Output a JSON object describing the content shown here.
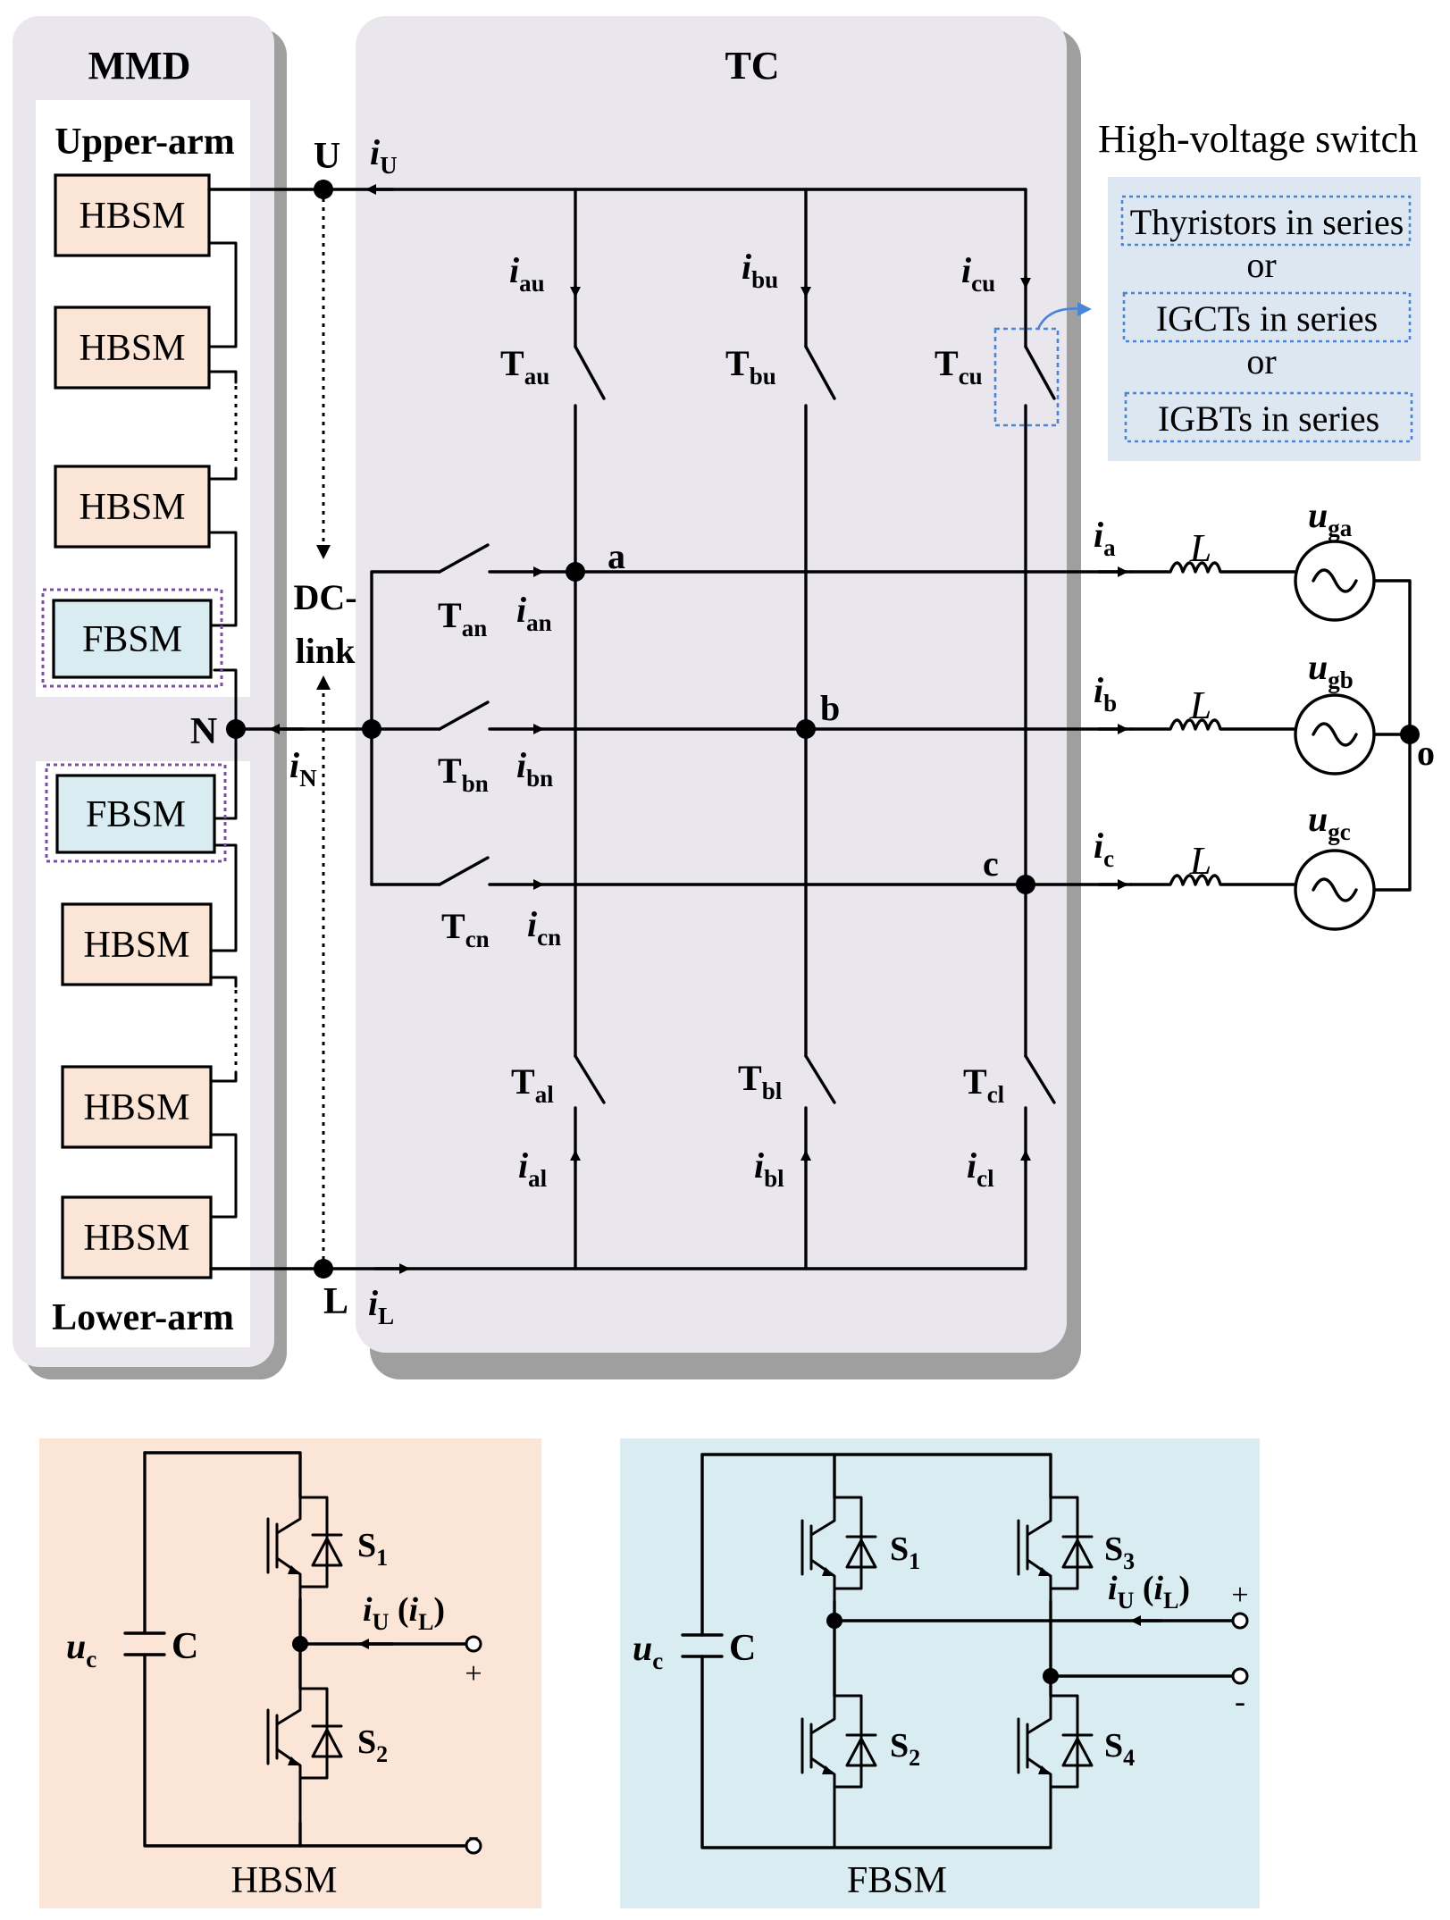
{
  "colors": {
    "panel_fill": "#e9e6ee",
    "panel_shadow": "#9f9f9f",
    "hbsm_fill": "#fbe5d6",
    "fbsm_fill": "#d9ecf2",
    "fbsm_border": "#7a4e9e",
    "hv_panel_fill": "#dde7f2",
    "hv_dashed": "#4a86d6",
    "wire": "#000000"
  },
  "panels": {
    "mmd_title": "MMD",
    "tc_title": "TC",
    "upper_arm": "Upper-arm",
    "lower_arm": "Lower-arm",
    "dc_link_line1": "DC-",
    "dc_link_line2": "link"
  },
  "modules": {
    "upper": [
      "HBSM",
      "HBSM",
      "HBSM",
      "FBSM"
    ],
    "lower": [
      "FBSM",
      "HBSM",
      "HBSM",
      "HBSM"
    ]
  },
  "nodes": {
    "U": "U",
    "N": "N",
    "L": "L",
    "a": "a",
    "b": "b",
    "c": "c",
    "o": "o"
  },
  "currents": {
    "U": {
      "base": "i",
      "sub": "U"
    },
    "N": {
      "base": "i",
      "sub": "N"
    },
    "L": {
      "base": "i",
      "sub": "L"
    },
    "au": {
      "base": "i",
      "sub": "au"
    },
    "bu": {
      "base": "i",
      "sub": "bu"
    },
    "cu": {
      "base": "i",
      "sub": "cu"
    },
    "an": {
      "base": "i",
      "sub": "an"
    },
    "bn": {
      "base": "i",
      "sub": "bn"
    },
    "cn": {
      "base": "i",
      "sub": "cn"
    },
    "al": {
      "base": "i",
      "sub": "al"
    },
    "bl": {
      "base": "i",
      "sub": "bl"
    },
    "cl": {
      "base": "i",
      "sub": "cl"
    },
    "a": {
      "base": "i",
      "sub": "a"
    },
    "b": {
      "base": "i",
      "sub": "b"
    },
    "c": {
      "base": "i",
      "sub": "c"
    }
  },
  "switches": {
    "au": {
      "base": "T",
      "sub": "au"
    },
    "bu": {
      "base": "T",
      "sub": "bu"
    },
    "cu": {
      "base": "T",
      "sub": "cu"
    },
    "an": {
      "base": "T",
      "sub": "an"
    },
    "bn": {
      "base": "T",
      "sub": "bn"
    },
    "cn": {
      "base": "T",
      "sub": "cn"
    },
    "al": {
      "base": "T",
      "sub": "al"
    },
    "bl": {
      "base": "T",
      "sub": "bl"
    },
    "cl": {
      "base": "T",
      "sub": "cl"
    }
  },
  "grid": {
    "inductor": "L",
    "sources": [
      {
        "base": "u",
        "sub": "ga"
      },
      {
        "base": "u",
        "sub": "gb"
      },
      {
        "base": "u",
        "sub": "gc"
      }
    ]
  },
  "hv_switch": {
    "title": "High-voltage switch",
    "option1": "Thyristors in series",
    "or1": "or",
    "option2": "IGCTs in series",
    "or2": "or",
    "option3": "IGBTs in series"
  },
  "hbsm_detail": {
    "title": "HBSM",
    "voltage": {
      "base": "u",
      "sub": "c"
    },
    "cap": "C",
    "s1": {
      "base": "S",
      "sub": "1"
    },
    "s2": {
      "base": "S",
      "sub": "2"
    },
    "current_a": {
      "base": "i",
      "sub": "U"
    },
    "current_open": " (",
    "current_b": {
      "base": "i",
      "sub": "L"
    },
    "current_close": ")",
    "plus": "+",
    "minus": "-"
  },
  "fbsm_detail": {
    "title": "FBSM",
    "voltage": {
      "base": "u",
      "sub": "c"
    },
    "cap": "C",
    "s1": {
      "base": "S",
      "sub": "1"
    },
    "s2": {
      "base": "S",
      "sub": "2"
    },
    "s3": {
      "base": "S",
      "sub": "3"
    },
    "s4": {
      "base": "S",
      "sub": "4"
    },
    "current_a": {
      "base": "i",
      "sub": "U"
    },
    "current_open": " (",
    "current_b": {
      "base": "i",
      "sub": "L"
    },
    "current_close": ")",
    "plus": "+",
    "minus": "-"
  }
}
